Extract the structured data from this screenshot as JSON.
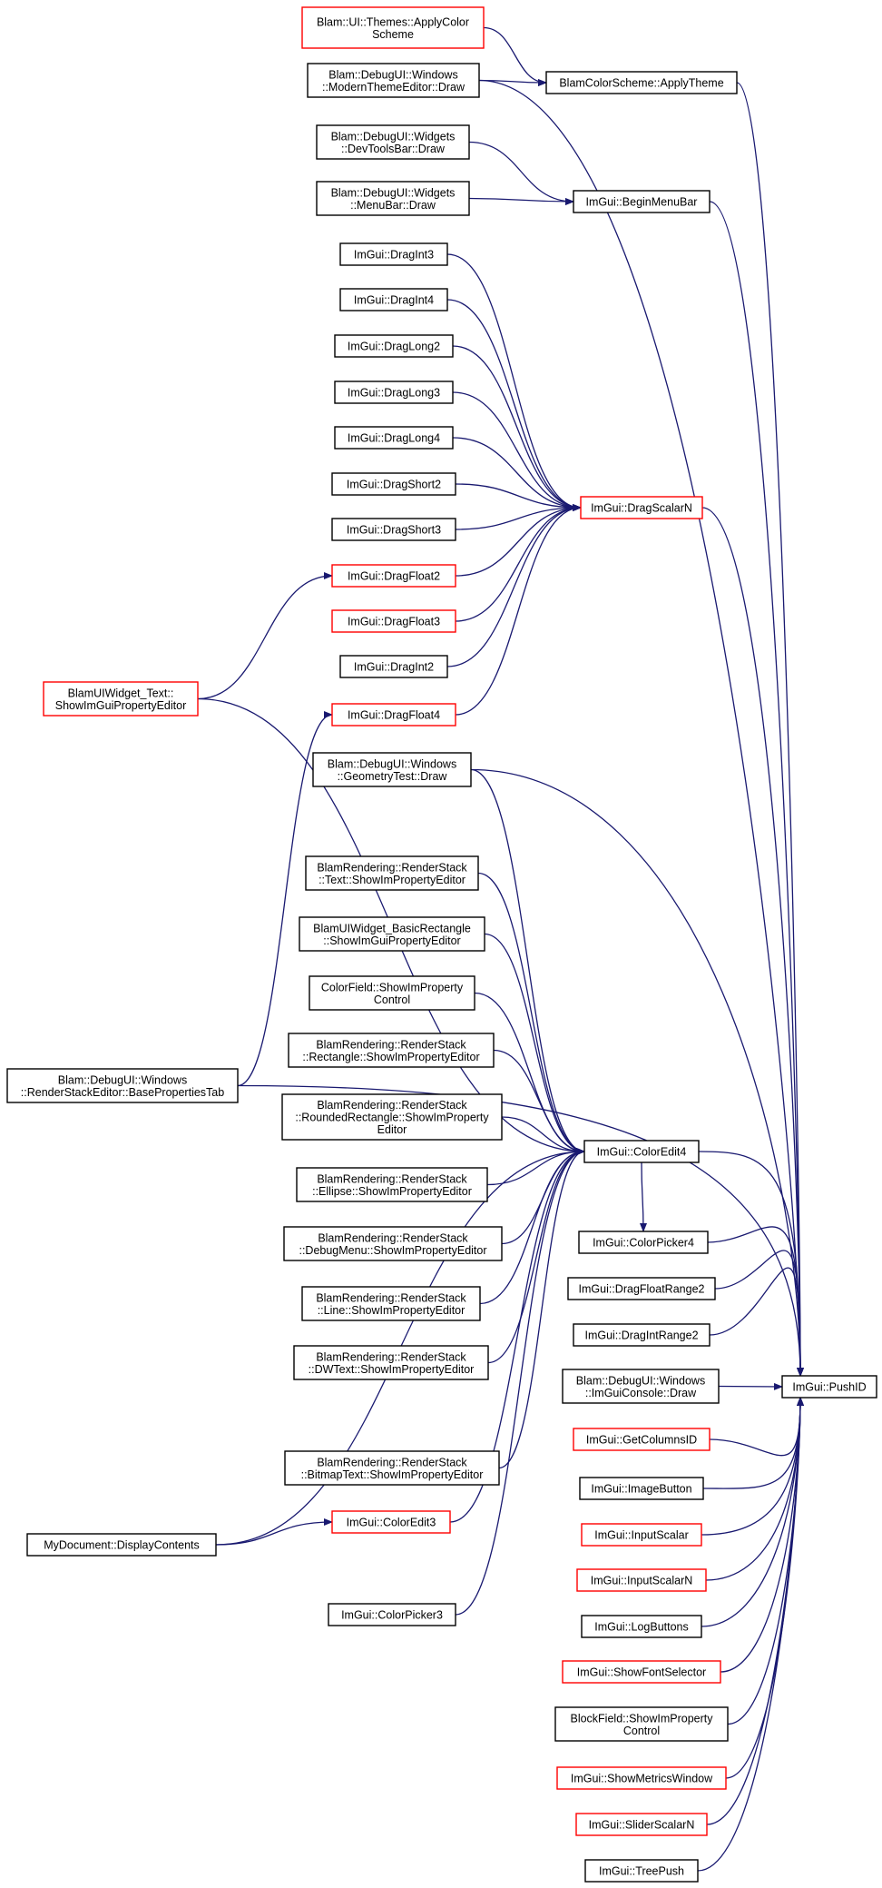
{
  "colors": {
    "background": "#ffffff",
    "edge": "#191970",
    "node_border_default": "#000000",
    "node_border_incomplete": "#ff0000",
    "node_fill_focus": "#bfbfbf",
    "text": "#000000"
  },
  "nodes": [
    {
      "id": "n_applycolor",
      "lines": [
        "Blam::UI::Themes::ApplyColor",
        "Scheme"
      ],
      "border": "red"
    },
    {
      "id": "n_modern",
      "lines": [
        "Blam::DebugUI::Windows",
        "::ModernThemeEditor::Draw"
      ],
      "border": "black"
    },
    {
      "id": "n_applytheme",
      "lines": [
        "BlamColorScheme::ApplyTheme"
      ],
      "border": "black"
    },
    {
      "id": "n_devtools",
      "lines": [
        "Blam::DebugUI::Widgets",
        "::DevToolsBar::Draw"
      ],
      "border": "black"
    },
    {
      "id": "n_menubar",
      "lines": [
        "Blam::DebugUI::Widgets",
        "::MenuBar::Draw"
      ],
      "border": "black"
    },
    {
      "id": "n_beginmenubar",
      "lines": [
        "ImGui::BeginMenuBar"
      ],
      "border": "black"
    },
    {
      "id": "n_dragint3",
      "lines": [
        "ImGui::DragInt3"
      ],
      "border": "black"
    },
    {
      "id": "n_dragint4",
      "lines": [
        "ImGui::DragInt4"
      ],
      "border": "black"
    },
    {
      "id": "n_draglong2",
      "lines": [
        "ImGui::DragLong2"
      ],
      "border": "black"
    },
    {
      "id": "n_draglong3",
      "lines": [
        "ImGui::DragLong3"
      ],
      "border": "black"
    },
    {
      "id": "n_draglong4",
      "lines": [
        "ImGui::DragLong4"
      ],
      "border": "black"
    },
    {
      "id": "n_dragshort2",
      "lines": [
        "ImGui::DragShort2"
      ],
      "border": "black"
    },
    {
      "id": "n_dragshort3",
      "lines": [
        "ImGui::DragShort3"
      ],
      "border": "black"
    },
    {
      "id": "n_dragscalarn",
      "lines": [
        "ImGui::DragScalarN"
      ],
      "border": "red"
    },
    {
      "id": "n_dragfloat2",
      "lines": [
        "ImGui::DragFloat2"
      ],
      "border": "red"
    },
    {
      "id": "n_dragfloat3",
      "lines": [
        "ImGui::DragFloat3"
      ],
      "border": "red"
    },
    {
      "id": "n_dragint2",
      "lines": [
        "ImGui::DragInt2"
      ],
      "border": "black"
    },
    {
      "id": "n_blamuitext",
      "lines": [
        "BlamUIWidget_Text::",
        "ShowImGuiPropertyEditor"
      ],
      "border": "red"
    },
    {
      "id": "n_dragfloat4",
      "lines": [
        "ImGui::DragFloat4"
      ],
      "border": "red"
    },
    {
      "id": "n_geomtest",
      "lines": [
        "Blam::DebugUI::Windows",
        "::GeometryTest::Draw"
      ],
      "border": "black"
    },
    {
      "id": "n_rs_text",
      "lines": [
        "BlamRendering::RenderStack",
        "::Text::ShowImPropertyEditor"
      ],
      "border": "black"
    },
    {
      "id": "n_basicrect",
      "lines": [
        "BlamUIWidget_BasicRectangle",
        "::ShowImGuiPropertyEditor"
      ],
      "border": "black"
    },
    {
      "id": "n_colorfield",
      "lines": [
        "ColorField::ShowImProperty",
        "Control"
      ],
      "border": "black"
    },
    {
      "id": "n_rs_rect",
      "lines": [
        "BlamRendering::RenderStack",
        "::Rectangle::ShowImPropertyEditor"
      ],
      "border": "black"
    },
    {
      "id": "n_rsebase",
      "lines": [
        "Blam::DebugUI::Windows",
        "::RenderStackEditor::BasePropertiesTab"
      ],
      "border": "black"
    },
    {
      "id": "n_rs_rrect",
      "lines": [
        "BlamRendering::RenderStack",
        "::RoundedRectangle::ShowImProperty",
        "Editor"
      ],
      "border": "black"
    },
    {
      "id": "n_coloredit4",
      "lines": [
        "ImGui::ColorEdit4"
      ],
      "border": "black"
    },
    {
      "id": "n_rs_ellipse",
      "lines": [
        "BlamRendering::RenderStack",
        "::Ellipse::ShowImPropertyEditor"
      ],
      "border": "black"
    },
    {
      "id": "n_rs_debugmenu",
      "lines": [
        "BlamRendering::RenderStack",
        "::DebugMenu::ShowImPropertyEditor"
      ],
      "border": "black"
    },
    {
      "id": "n_colorpicker4",
      "lines": [
        "ImGui::ColorPicker4"
      ],
      "border": "black"
    },
    {
      "id": "n_dragfloatrange2",
      "lines": [
        "ImGui::DragFloatRange2"
      ],
      "border": "black"
    },
    {
      "id": "n_rs_line",
      "lines": [
        "BlamRendering::RenderStack",
        "::Line::ShowImPropertyEditor"
      ],
      "border": "black"
    },
    {
      "id": "n_dragintrange2",
      "lines": [
        "ImGui::DragIntRange2"
      ],
      "border": "black"
    },
    {
      "id": "n_rs_dwtext",
      "lines": [
        "BlamRendering::RenderStack",
        "::DWText::ShowImPropertyEditor"
      ],
      "border": "black"
    },
    {
      "id": "n_imguiconsole",
      "lines": [
        "Blam::DebugUI::Windows",
        "::ImGuiConsole::Draw"
      ],
      "border": "black"
    },
    {
      "id": "n_pushid",
      "lines": [
        "ImGui::PushID"
      ],
      "border": "black",
      "focus": true
    },
    {
      "id": "n_getcolumnsid",
      "lines": [
        "ImGui::GetColumnsID"
      ],
      "border": "red"
    },
    {
      "id": "n_rs_bitmaptext",
      "lines": [
        "BlamRendering::RenderStack",
        "::BitmapText::ShowImPropertyEditor"
      ],
      "border": "black"
    },
    {
      "id": "n_imagebutton",
      "lines": [
        "ImGui::ImageButton"
      ],
      "border": "black"
    },
    {
      "id": "n_coloredit3",
      "lines": [
        "ImGui::ColorEdit3"
      ],
      "border": "red"
    },
    {
      "id": "n_inputscalar",
      "lines": [
        "ImGui::InputScalar"
      ],
      "border": "red"
    },
    {
      "id": "n_mydocument",
      "lines": [
        "MyDocument::DisplayContents"
      ],
      "border": "black"
    },
    {
      "id": "n_inputscalarn",
      "lines": [
        "ImGui::InputScalarN"
      ],
      "border": "red"
    },
    {
      "id": "n_colorpicker3",
      "lines": [
        "ImGui::ColorPicker3"
      ],
      "border": "black"
    },
    {
      "id": "n_logbuttons",
      "lines": [
        "ImGui::LogButtons"
      ],
      "border": "black"
    },
    {
      "id": "n_showfontselector",
      "lines": [
        "ImGui::ShowFontSelector"
      ],
      "border": "red"
    },
    {
      "id": "n_blockfield",
      "lines": [
        "BlockField::ShowImProperty",
        "Control"
      ],
      "border": "black"
    },
    {
      "id": "n_showmetrics",
      "lines": [
        "ImGui::ShowMetricsWindow"
      ],
      "border": "red"
    },
    {
      "id": "n_sliderscalarn",
      "lines": [
        "ImGui::SliderScalarN"
      ],
      "border": "red"
    },
    {
      "id": "n_treepush",
      "lines": [
        "ImGui::TreePush"
      ],
      "border": "black"
    }
  ],
  "edges": [
    [
      "n_applycolor",
      "n_applytheme"
    ],
    [
      "n_modern",
      "n_applytheme"
    ],
    [
      "n_modern",
      "n_pushid"
    ],
    [
      "n_applytheme",
      "n_pushid"
    ],
    [
      "n_devtools",
      "n_beginmenubar"
    ],
    [
      "n_menubar",
      "n_beginmenubar"
    ],
    [
      "n_beginmenubar",
      "n_pushid"
    ],
    [
      "n_dragint3",
      "n_dragscalarn"
    ],
    [
      "n_dragint4",
      "n_dragscalarn"
    ],
    [
      "n_draglong2",
      "n_dragscalarn"
    ],
    [
      "n_draglong3",
      "n_dragscalarn"
    ],
    [
      "n_draglong4",
      "n_dragscalarn"
    ],
    [
      "n_dragshort2",
      "n_dragscalarn"
    ],
    [
      "n_dragshort3",
      "n_dragscalarn"
    ],
    [
      "n_dragfloat2",
      "n_dragscalarn"
    ],
    [
      "n_dragfloat3",
      "n_dragscalarn"
    ],
    [
      "n_dragint2",
      "n_dragscalarn"
    ],
    [
      "n_dragfloat4",
      "n_dragscalarn"
    ],
    [
      "n_dragscalarn",
      "n_pushid"
    ],
    [
      "n_blamuitext",
      "n_dragfloat2"
    ],
    [
      "n_blamuitext",
      "n_coloredit4"
    ],
    [
      "n_rsebase",
      "n_dragfloat4"
    ],
    [
      "n_rsebase",
      "n_pushid"
    ],
    [
      "n_geomtest",
      "n_coloredit4"
    ],
    [
      "n_geomtest",
      "n_pushid"
    ],
    [
      "n_rs_text",
      "n_coloredit4"
    ],
    [
      "n_basicrect",
      "n_coloredit4"
    ],
    [
      "n_colorfield",
      "n_coloredit4"
    ],
    [
      "n_rs_rect",
      "n_coloredit4"
    ],
    [
      "n_rs_rrect",
      "n_coloredit4"
    ],
    [
      "n_rs_ellipse",
      "n_coloredit4"
    ],
    [
      "n_rs_debugmenu",
      "n_coloredit4"
    ],
    [
      "n_rs_line",
      "n_coloredit4"
    ],
    [
      "n_rs_dwtext",
      "n_coloredit4"
    ],
    [
      "n_rs_bitmaptext",
      "n_coloredit4"
    ],
    [
      "n_coloredit3",
      "n_coloredit4"
    ],
    [
      "n_colorpicker3",
      "n_coloredit4"
    ],
    [
      "n_mydocument",
      "n_coloredit3"
    ],
    [
      "n_mydocument",
      "n_coloredit4"
    ],
    [
      "n_coloredit4",
      "n_colorpicker4"
    ],
    [
      "n_coloredit4",
      "n_pushid"
    ],
    [
      "n_colorpicker4",
      "n_pushid"
    ],
    [
      "n_dragfloatrange2",
      "n_pushid"
    ],
    [
      "n_dragintrange2",
      "n_pushid"
    ],
    [
      "n_imguiconsole",
      "n_pushid"
    ],
    [
      "n_getcolumnsid",
      "n_pushid"
    ],
    [
      "n_imagebutton",
      "n_pushid"
    ],
    [
      "n_inputscalar",
      "n_pushid"
    ],
    [
      "n_inputscalarn",
      "n_pushid"
    ],
    [
      "n_logbuttons",
      "n_pushid"
    ],
    [
      "n_showfontselector",
      "n_pushid"
    ],
    [
      "n_blockfield",
      "n_pushid"
    ],
    [
      "n_showmetrics",
      "n_pushid"
    ],
    [
      "n_sliderscalarn",
      "n_pushid"
    ],
    [
      "n_treepush",
      "n_pushid"
    ]
  ]
}
